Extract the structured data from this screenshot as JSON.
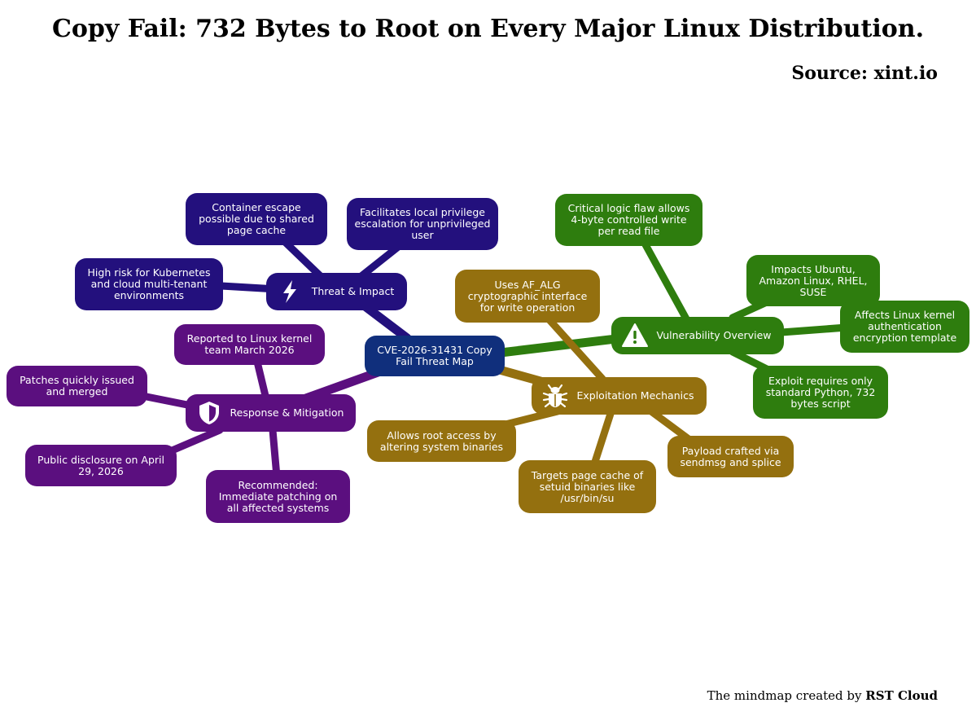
{
  "header": {
    "title": "Copy Fail: 732 Bytes to Root on Every Major Linux Distribution.",
    "source": "Source: xint.io"
  },
  "footer": {
    "credit_prefix": "The mindmap created by",
    "credit_brand": "RST Cloud"
  },
  "colors": {
    "threat": "#23107d",
    "response": "#5b0f7f",
    "vulnerability": "#2e7d0e",
    "exploitation": "#94700f",
    "root": "#102f7c"
  },
  "mindmap": {
    "root": "CVE-2026-31431 Copy Fail Threat Map",
    "branches": {
      "threat": {
        "label": "Threat & Impact",
        "icon": "lightning-bolt-icon",
        "children": [
          "Container escape possible due to shared page cache",
          "Facilitates local privilege escalation for unprivileged user",
          "High risk for Kubernetes and cloud multi-tenant environments"
        ]
      },
      "response": {
        "label": "Response & Mitigation",
        "icon": "shield-icon",
        "children": [
          "Reported to Linux kernel team March 2026",
          "Patches quickly issued and merged",
          "Public disclosure on April 29, 2026",
          "Recommended: Immediate patching on all affected systems"
        ]
      },
      "vulnerability": {
        "label": "Vulnerability Overview",
        "icon": "warning-icon",
        "children": [
          "Critical logic flaw allows 4-byte controlled write per read file",
          "Impacts Ubuntu, Amazon Linux, RHEL, SUSE",
          "Affects Linux kernel authentication encryption template",
          "Exploit requires only standard Python, 732 bytes script"
        ]
      },
      "exploitation": {
        "label": "Exploitation Mechanics",
        "icon": "bug-icon",
        "children": [
          "Uses AF_ALG cryptographic interface for write operation",
          "Allows root access by altering system binaries",
          "Targets page cache of setuid binaries like /usr/bin/su",
          "Payload crafted via sendmsg and splice"
        ]
      }
    }
  }
}
